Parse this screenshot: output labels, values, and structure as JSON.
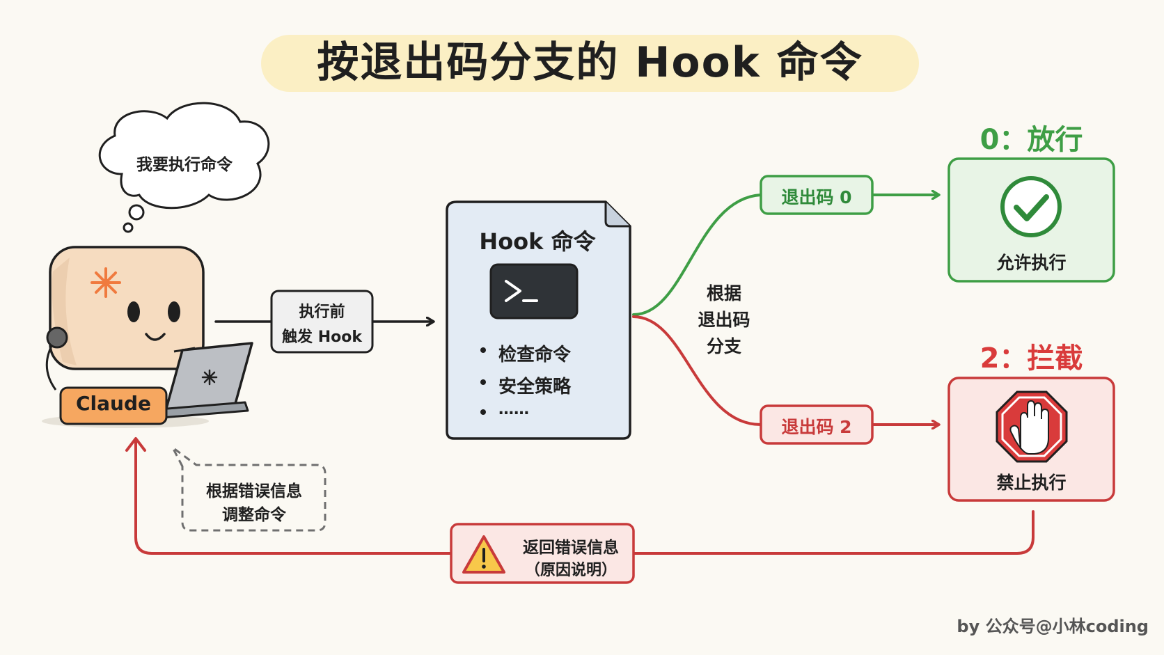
{
  "title": "按退出码分支的 Hook 命令",
  "thought": "我要执行命令",
  "agent_label": "Claude",
  "trigger_label": [
    "执行前",
    "触发 Hook"
  ],
  "hook_card": {
    "title": "Hook 命令",
    "items": [
      "检查命令",
      "安全策略",
      "……"
    ]
  },
  "branch_label": [
    "根据",
    "退出码",
    "分支"
  ],
  "branch_allow": {
    "edge_label": "退出码 0",
    "heading": "0：放行",
    "box_label": "允许执行",
    "icon": "check-circle-icon",
    "color": "#3e9e45"
  },
  "branch_block": {
    "edge_label": "退出码 2",
    "heading": "2：拦截",
    "box_label": "禁止执行",
    "icon": "stop-hand-icon",
    "color": "#d93b3b"
  },
  "feedback": {
    "label": [
      "返回错误信息",
      "（原因说明）"
    ],
    "icon": "warning-icon"
  },
  "adjust_note": [
    "根据错误信息",
    "调整命令"
  ],
  "credit": "by 公众号@小林coding"
}
